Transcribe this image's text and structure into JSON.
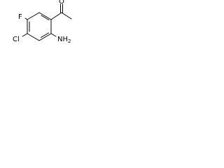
{
  "molecule": {
    "atom_labels": {
      "fluorine": "F",
      "chlorine": "Cl",
      "amine": "NH",
      "amine_subscript": "2",
      "carbonyl_oxygen": "O"
    },
    "colors": {
      "bond": "#000000",
      "label": "#000000",
      "background": "#ffffff"
    }
  }
}
